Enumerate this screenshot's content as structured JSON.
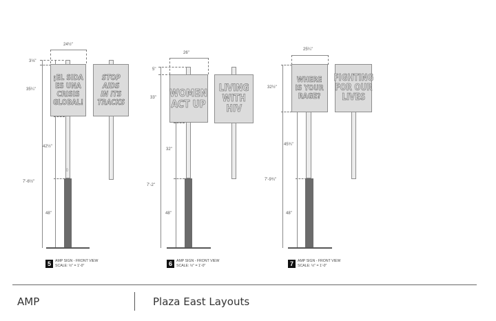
{
  "drawings": [
    {
      "number": "5",
      "caption_line1": "AMP SIGN - FRONT VIEW",
      "caption_line2": "SCALE: ½\" = 1'-0\"",
      "width_dim": "24½\"",
      "top_dim": "3⅛\"",
      "sign_height_dim": "35¼\"",
      "upper_pole_dim": "42½\"",
      "total_dim": "7'-6½\"",
      "base_dim": "48\"",
      "sign_a_text": "¡EL SIDA\nES UNA\nCRISIS\nGLOBAL!",
      "sign_b_text": "STOP\nAIDS\nIN ITS\nTRACKS"
    },
    {
      "number": "6",
      "caption_line1": "AMP SIGN - FRONT VIEW",
      "caption_line2": "SCALE: ½\" = 1'-0\"",
      "width_dim": "26\"",
      "top_dim": "5\"",
      "sign_height_dim": "33\"",
      "upper_pole_dim": "32\"",
      "total_dim": "7'-2\"",
      "base_dim": "48\"",
      "sign_a_text": "WOMEN\nACT UP",
      "sign_b_text": "LIVING\nWITH\nHIV"
    },
    {
      "number": "7",
      "caption_line1": "AMP SIGN - FRONT VIEW",
      "caption_line2": "SCALE: ½\" = 1'-0\"",
      "width_dim": "25¼\"",
      "sign_height_dim": "32½\"",
      "upper_pole_dim": "45¾\"",
      "total_dim": "7'-9¾\"",
      "base_dim": "48\"",
      "sign_a_text": "WHERE\nIS YOUR\nRAGE?",
      "sign_b_text": "FIGHTING\nFOR OUR\nLIVES"
    }
  ],
  "footer": {
    "left": "AMP",
    "right": "Plaza East Layouts"
  },
  "colors": {
    "sign_fill": "#dcdcdc",
    "base_fill": "#6b6b6b",
    "line": "#8a8a8a"
  }
}
